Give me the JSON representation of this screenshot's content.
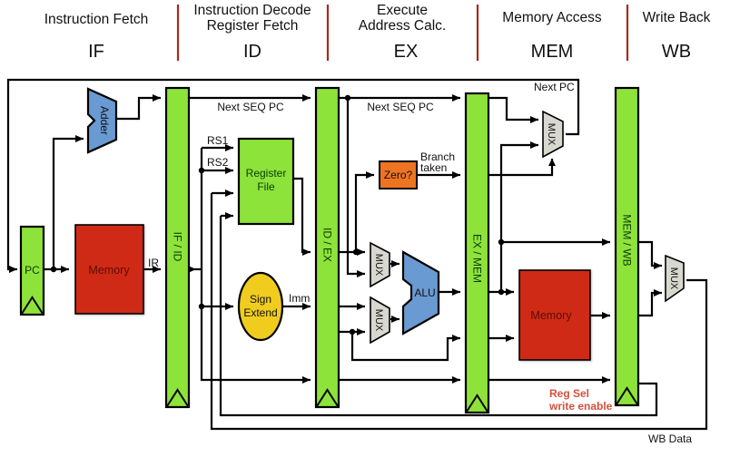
{
  "colors": {
    "pipeline_register": "#8ee33a",
    "memory": "#cf2a14",
    "adder_alu": "#6a9ad2",
    "mux": "#d8d8d0",
    "zero_check": "#ef7422",
    "sign_extend": "#f0cc1e",
    "stage_divider": "#a8291e",
    "control_label": "#d4503c"
  },
  "stages": [
    {
      "title_lines": [
        "Instruction Fetch"
      ],
      "abbr": "IF"
    },
    {
      "title_lines": [
        "Instruction Decode",
        "Register Fetch"
      ],
      "abbr": "ID"
    },
    {
      "title_lines": [
        "Execute",
        "Address Calc."
      ],
      "abbr": "EX"
    },
    {
      "title_lines": [
        "Memory Access"
      ],
      "abbr": "MEM"
    },
    {
      "title_lines": [
        "Write Back"
      ],
      "abbr": "WB"
    }
  ],
  "components": {
    "pc": "PC",
    "adder": "Adder",
    "instruction_memory": "Memory",
    "if_id": "IF / ID",
    "register_file": [
      "Register",
      "File"
    ],
    "sign_extend": [
      "Sign",
      "Extend"
    ],
    "id_ex": "ID / EX",
    "zero_check": "Zero?",
    "mux": "MUX",
    "alu": "ALU",
    "ex_mem": "EX / MEM",
    "data_memory": "Memory",
    "mem_wb": "MEM / WB"
  },
  "signals": {
    "ir": "IR",
    "next_seq_pc_1": "Next SEQ PC",
    "next_seq_pc_2": "Next SEQ PC",
    "rs1": "RS1",
    "rs2": "RS2",
    "imm": "Imm",
    "branch_taken": [
      "Branch",
      "taken"
    ],
    "next_pc": "Next PC",
    "reg_sel": [
      "Reg Sel",
      "write enable"
    ],
    "wb_data": "WB Data"
  }
}
